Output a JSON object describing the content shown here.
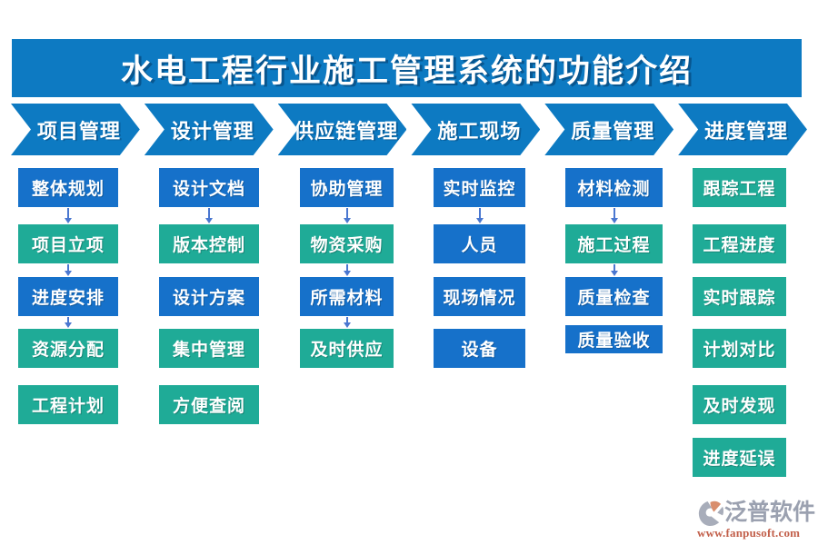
{
  "title": {
    "text": "水电工程行业施工管理系统的功能介绍"
  },
  "columns": [
    {
      "header": "项目管理",
      "slug": "project-management",
      "items": [
        {
          "label": "整体规划",
          "color": "blue",
          "arrow_after": true
        },
        {
          "label": "项目立项",
          "color": "green",
          "arrow_after": true
        },
        {
          "label": "进度安排",
          "color": "blue",
          "arrow_after": true
        },
        {
          "label": "资源分配",
          "color": "green",
          "arrow_after": false
        },
        {
          "label": "工程计划",
          "color": "green",
          "arrow_after": false
        }
      ]
    },
    {
      "header": "设计管理",
      "slug": "design-management",
      "items": [
        {
          "label": "设计文档",
          "color": "blue",
          "arrow_after": true
        },
        {
          "label": "版本控制",
          "color": "green",
          "arrow_after": false
        },
        {
          "label": "设计方案",
          "color": "blue",
          "arrow_after": false
        },
        {
          "label": "集中管理",
          "color": "green",
          "arrow_after": false
        },
        {
          "label": "方便查阅",
          "color": "green",
          "arrow_after": false
        }
      ]
    },
    {
      "header": "供应链管理",
      "slug": "supply-chain-management",
      "items": [
        {
          "label": "协助管理",
          "color": "blue",
          "arrow_after": true
        },
        {
          "label": "物资采购",
          "color": "green",
          "arrow_after": true
        },
        {
          "label": "所需材料",
          "color": "blue",
          "arrow_after": true
        },
        {
          "label": "及时供应",
          "color": "green",
          "arrow_after": false
        }
      ]
    },
    {
      "header": "施工现场",
      "slug": "construction-site",
      "items": [
        {
          "label": "实时监控",
          "color": "blue",
          "arrow_after": true
        },
        {
          "label": "人员",
          "color": "blue",
          "arrow_after": false
        },
        {
          "label": "现场情况",
          "color": "blue",
          "arrow_after": false
        },
        {
          "label": "设备",
          "color": "blue",
          "arrow_after": false
        }
      ]
    },
    {
      "header": "质量管理",
      "slug": "quality-management",
      "items": [
        {
          "label": "材料检测",
          "color": "blue",
          "arrow_after": true
        },
        {
          "label": "施工过程",
          "color": "green",
          "arrow_after": true
        },
        {
          "label": "质量检查",
          "color": "blue",
          "arrow_after": false
        },
        {
          "label": "质量验收",
          "color": "blue",
          "arrow_after": false,
          "compact": true
        }
      ]
    },
    {
      "header": "进度管理",
      "slug": "schedule-management",
      "items": [
        {
          "label": "跟踪工程",
          "color": "green",
          "arrow_after": false
        },
        {
          "label": "工程进度",
          "color": "green",
          "arrow_after": false
        },
        {
          "label": "实时跟踪",
          "color": "green",
          "arrow_after": false
        },
        {
          "label": "计划对比",
          "color": "green",
          "arrow_after": false
        },
        {
          "label": "及时发现",
          "color": "green",
          "arrow_after": false
        },
        {
          "label": "进度延误",
          "color": "green",
          "arrow_after": false
        }
      ]
    }
  ],
  "footer": {
    "brand": "泛普软件",
    "url": "www.fanpusoft.com"
  },
  "colors": {
    "ribbon_blue": "#0d7ac2",
    "box_blue": "#1671ca",
    "box_green": "#1fab97",
    "arrow_blue": "#4a77d0",
    "brand_gray": "#9ba1b0",
    "url_red": "#c25f4a"
  }
}
